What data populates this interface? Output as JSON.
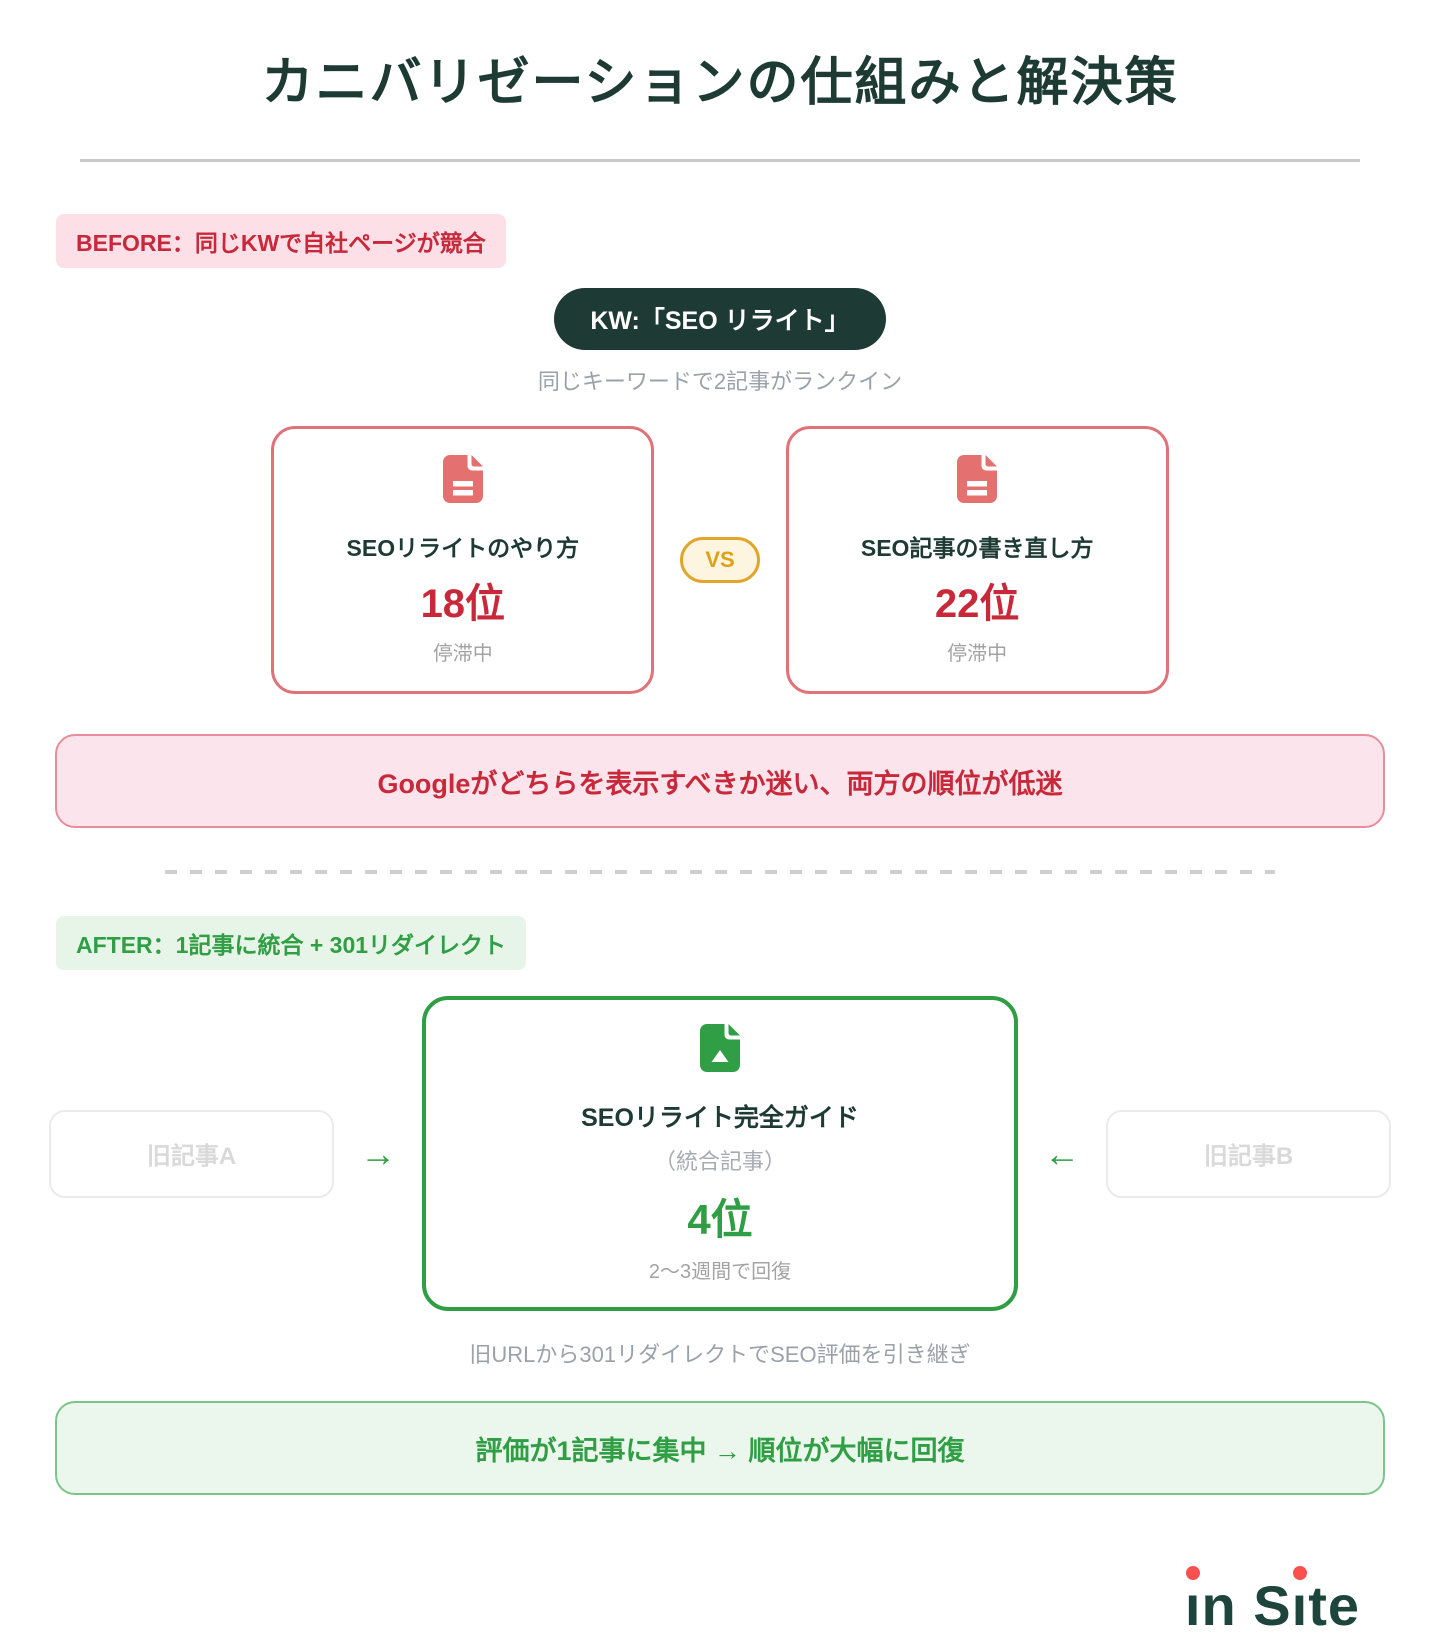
{
  "title": "カニバリゼーションの仕組みと解決策",
  "before_section": {
    "badge": "BEFORE：同じKWで自社ページが競合",
    "keyword_pill": "KW:「SEO リライト」",
    "caption": "同じキーワードで2記事がランクイン",
    "cards": [
      {
        "title": "SEOリライトのやり方",
        "rank": "18位",
        "status": "停滞中"
      },
      {
        "title": "SEO記事の書き直し方",
        "rank": "22位",
        "status": "停滞中"
      }
    ],
    "vs_label": "VS",
    "banner": "Googleがどちらを表示すべきか迷い、両方の順位が低迷"
  },
  "after_section": {
    "badge": "AFTER：1記事に統合 + 301リダイレクト",
    "old_article_a": "旧記事A",
    "old_article_b": "旧記事B",
    "arrow_right": "→",
    "arrow_left": "←",
    "merged_card": {
      "title": "SEOリライト完全ガイド",
      "subtitle": "（統合記事）",
      "rank": "4位",
      "status": "2〜3週間で回復"
    },
    "caption": "旧URLから301リダイレクトでSEO評価を引き継ぎ",
    "banner": "評価が1記事に集中 → 順位が大幅に回復"
  },
  "footer": {
    "logo_text": "in Site"
  },
  "colors": {
    "dark_teal": "#1d3a33",
    "accent_red": "#c7293a",
    "salmon": "#e57070",
    "accent_green": "#2f9e44",
    "vs_gold": "#dfa013",
    "logo_dot_red": "#fa5050"
  }
}
